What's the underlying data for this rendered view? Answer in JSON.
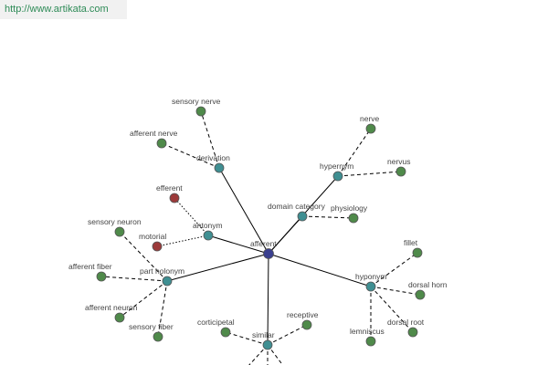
{
  "banner": {
    "url": "http://www.artikata.com"
  },
  "graph": {
    "colors": {
      "center": "#3a3f8f",
      "relation": "#3f8f92",
      "leaf": "#4f8a4a",
      "antonym_leaf": "#9c3a3a",
      "edge": "#000000",
      "node_stroke": "#555555"
    },
    "nodes": [
      {
        "id": "afferent",
        "label": "afferent",
        "kind": "center"
      },
      {
        "id": "derivation",
        "label": "derivation",
        "kind": "relation"
      },
      {
        "id": "hypernym",
        "label": "hypernym",
        "kind": "relation"
      },
      {
        "id": "domain_category",
        "label": "domain category",
        "kind": "relation"
      },
      {
        "id": "antonym",
        "label": "antonym",
        "kind": "relation"
      },
      {
        "id": "part_holonym",
        "label": "part holonym",
        "kind": "relation"
      },
      {
        "id": "hyponym",
        "label": "hyponym",
        "kind": "relation"
      },
      {
        "id": "similar",
        "label": "similar",
        "kind": "relation"
      },
      {
        "id": "sensory_nerve",
        "label": "sensory nerve",
        "kind": "leaf"
      },
      {
        "id": "afferent_nerve",
        "label": "afferent nerve",
        "kind": "leaf"
      },
      {
        "id": "nerve",
        "label": "nerve",
        "kind": "leaf"
      },
      {
        "id": "nervus",
        "label": "nervus",
        "kind": "leaf"
      },
      {
        "id": "physiology",
        "label": "physiology",
        "kind": "leaf"
      },
      {
        "id": "efferent",
        "label": "efferent",
        "kind": "antonym_leaf"
      },
      {
        "id": "motorial",
        "label": "motorial",
        "kind": "antonym_leaf"
      },
      {
        "id": "sensory_neuron",
        "label": "sensory neuron",
        "kind": "leaf"
      },
      {
        "id": "afferent_fiber",
        "label": "afferent fiber",
        "kind": "leaf"
      },
      {
        "id": "afferent_neuron",
        "label": "afferent neuron",
        "kind": "leaf"
      },
      {
        "id": "sensory_fiber",
        "label": "sensory fiber",
        "kind": "leaf"
      },
      {
        "id": "fillet",
        "label": "fillet",
        "kind": "leaf"
      },
      {
        "id": "dorsal_horn",
        "label": "dorsal horn",
        "kind": "leaf"
      },
      {
        "id": "dorsal_root",
        "label": "dorsal root",
        "kind": "leaf"
      },
      {
        "id": "lemniscus",
        "label": "lemniscus",
        "kind": "leaf"
      },
      {
        "id": "corticipetal",
        "label": "corticipetal",
        "kind": "leaf"
      },
      {
        "id": "receptive",
        "label": "receptive",
        "kind": "leaf"
      }
    ],
    "edges": [
      {
        "from": "afferent",
        "to": "derivation",
        "style": "solid"
      },
      {
        "from": "afferent",
        "to": "hypernym",
        "style": "solid"
      },
      {
        "from": "afferent",
        "to": "domain_category",
        "style": "solid"
      },
      {
        "from": "afferent",
        "to": "antonym",
        "style": "solid"
      },
      {
        "from": "afferent",
        "to": "part_holonym",
        "style": "solid"
      },
      {
        "from": "afferent",
        "to": "hyponym",
        "style": "solid"
      },
      {
        "from": "afferent",
        "to": "similar",
        "style": "solid"
      },
      {
        "from": "derivation",
        "to": "sensory_nerve",
        "style": "dashed"
      },
      {
        "from": "derivation",
        "to": "afferent_nerve",
        "style": "dashed"
      },
      {
        "from": "hypernym",
        "to": "nerve",
        "style": "dashed"
      },
      {
        "from": "hypernym",
        "to": "nervus",
        "style": "dashed"
      },
      {
        "from": "domain_category",
        "to": "physiology",
        "style": "dashed"
      },
      {
        "from": "antonym",
        "to": "efferent",
        "style": "dotted"
      },
      {
        "from": "antonym",
        "to": "motorial",
        "style": "dotted"
      },
      {
        "from": "part_holonym",
        "to": "sensory_neuron",
        "style": "dashed"
      },
      {
        "from": "part_holonym",
        "to": "afferent_fiber",
        "style": "dashed"
      },
      {
        "from": "part_holonym",
        "to": "afferent_neuron",
        "style": "dashed"
      },
      {
        "from": "part_holonym",
        "to": "sensory_fiber",
        "style": "dashed"
      },
      {
        "from": "hyponym",
        "to": "fillet",
        "style": "dashed"
      },
      {
        "from": "hyponym",
        "to": "dorsal_horn",
        "style": "dashed"
      },
      {
        "from": "hyponym",
        "to": "dorsal_root",
        "style": "dashed"
      },
      {
        "from": "hyponym",
        "to": "lemniscus",
        "style": "dashed"
      },
      {
        "from": "similar",
        "to": "corticipetal",
        "style": "dashed"
      },
      {
        "from": "similar",
        "to": "receptive",
        "style": "dashed"
      }
    ]
  }
}
